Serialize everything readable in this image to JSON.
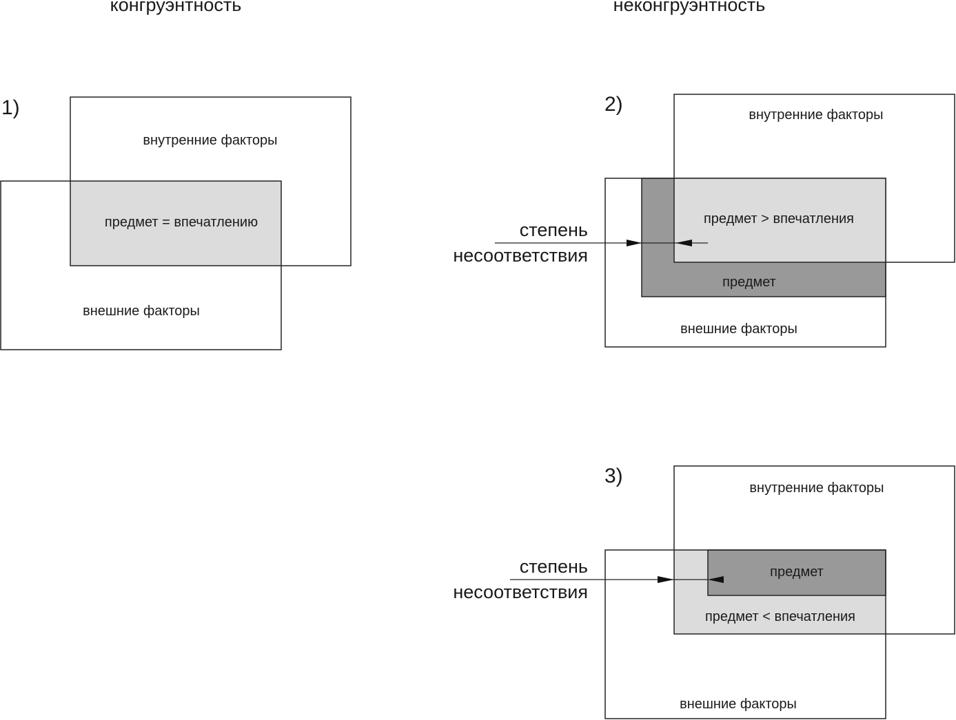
{
  "headers": {
    "congruence": "конгруэнтность",
    "incongruence": "неконгруэнтность"
  },
  "colors": {
    "overlap": "#dcdcdc",
    "subject": "#999999",
    "line": "#222222"
  },
  "diagram1": {
    "number": "1)",
    "inner": "внутренние факторы",
    "overlap": "предмет = впечатлению",
    "outer": "внешние факторы"
  },
  "diagram2": {
    "number": "2)",
    "inner": "внутренние факторы",
    "overlap": "предмет > впечатления",
    "subject": "предмет",
    "outer": "внешние факторы",
    "mismatch_line1": "степень",
    "mismatch_line2": "несоответствия"
  },
  "diagram3": {
    "number": "3)",
    "inner": "внутренние факторы",
    "overlap": "предмет < впечатления",
    "subject": "предмет",
    "outer": "внешние факторы",
    "mismatch_line1": "степень",
    "mismatch_line2": "несоответствия"
  }
}
